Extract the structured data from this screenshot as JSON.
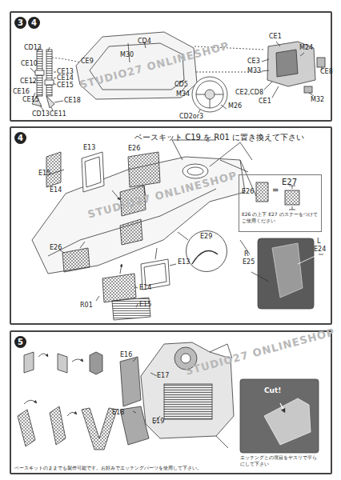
{
  "diagram": {
    "nodes": [
      {
        "text": [
          "3",
          "4"
        ]
      },
      {
        "text": [
          "4",
          "ベースキット C19 を R01 に置き換えて下さい"
        ]
      },
      {
        "text": [
          "E26",
          "=",
          "E27",
          "E26 の上下 E27 のステーをつけてご使用ください"
        ],
        "in": 1
      },
      {
        "text": [
          "E29"
        ],
        "in": 1
      },
      {
        "text": [
          "R",
          "E25",
          "L",
          "E24"
        ],
        "in": 1
      },
      {
        "text": [
          "5",
          "ベースキットのままでも製作可能です。お好みでエッチングパーツを使用して下さい。"
        ]
      },
      {
        "text": [
          "Cut!",
          "エッチングとの境目をヤスリで平らにして下さい"
        ],
        "in": 5
      }
    ],
    "labels": [
      "CD13",
      "CE10",
      "CE12",
      "CE16",
      "CE15",
      "CD13",
      "CE13",
      "CE14",
      "CE15",
      "CE18",
      "CE11",
      "CE9",
      "CD4",
      "M30",
      "CD5",
      "M34",
      "CE1",
      "CE3",
      "M24",
      "M33",
      "CE2,CD8",
      "CE1",
      "CE8",
      "M32",
      "CD2or3",
      "M26",
      "E15",
      "E14",
      "E13",
      "E26",
      "E26",
      "E13",
      "E14",
      "E15",
      "R01",
      "E16",
      "E17",
      "E18",
      "E19",
      "STUDIO27 ONLINESHOP",
      "STUDIO27 ONLINESHOP",
      "STUDIO27 ONLINESHOP"
    ]
  }
}
